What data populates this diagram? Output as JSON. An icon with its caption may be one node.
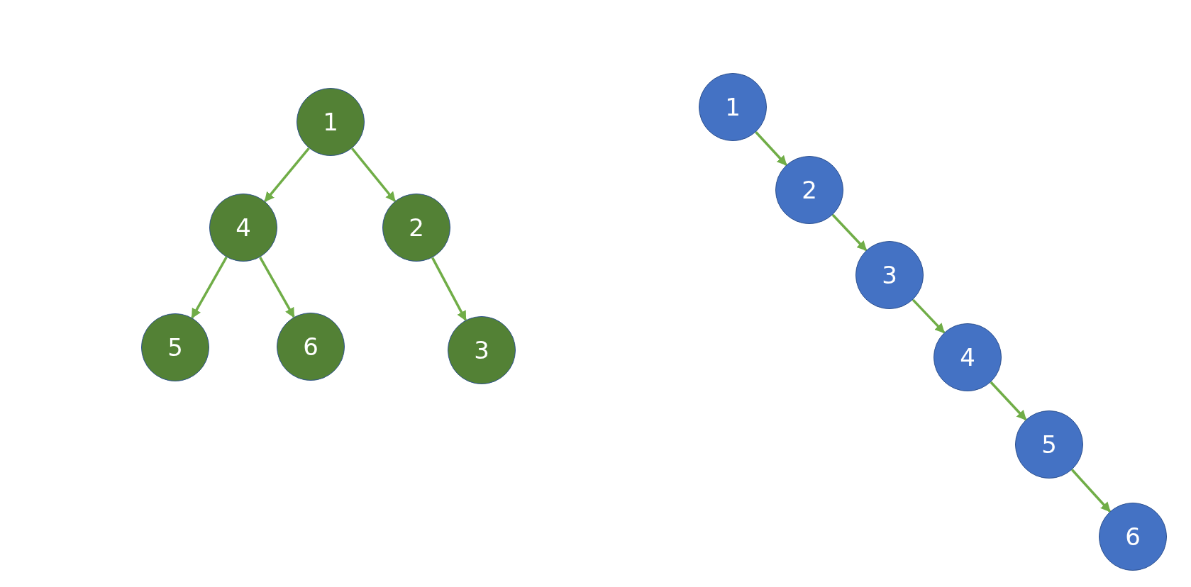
{
  "diagram": {
    "nodes": [
      {
        "text": [
          "1"
        ]
      },
      {
        "text": [
          "4"
        ]
      },
      {
        "text": [
          "2"
        ]
      },
      {
        "text": [
          "5"
        ]
      },
      {
        "text": [
          "6"
        ]
      },
      {
        "text": [
          "3"
        ]
      },
      {
        "text": [
          "1"
        ]
      },
      {
        "text": [
          "2"
        ]
      },
      {
        "text": [
          "3"
        ]
      },
      {
        "text": [
          "4"
        ]
      },
      {
        "text": [
          "5"
        ]
      },
      {
        "text": [
          "6"
        ]
      }
    ],
    "edges": [
      {
        "from": 0,
        "to": 1,
        "arrow": "to"
      },
      {
        "from": 0,
        "to": 2,
        "arrow": "to"
      },
      {
        "from": 1,
        "to": 3,
        "arrow": "to"
      },
      {
        "from": 1,
        "to": 4,
        "arrow": "to"
      },
      {
        "from": 2,
        "to": 5,
        "arrow": "to"
      },
      {
        "from": 6,
        "to": 7,
        "arrow": "to"
      },
      {
        "from": 7,
        "to": 8,
        "arrow": "to"
      },
      {
        "from": 8,
        "to": 9,
        "arrow": "to"
      },
      {
        "from": 9,
        "to": 10,
        "arrow": "to"
      },
      {
        "from": 10,
        "to": 11,
        "arrow": "to"
      }
    ]
  }
}
